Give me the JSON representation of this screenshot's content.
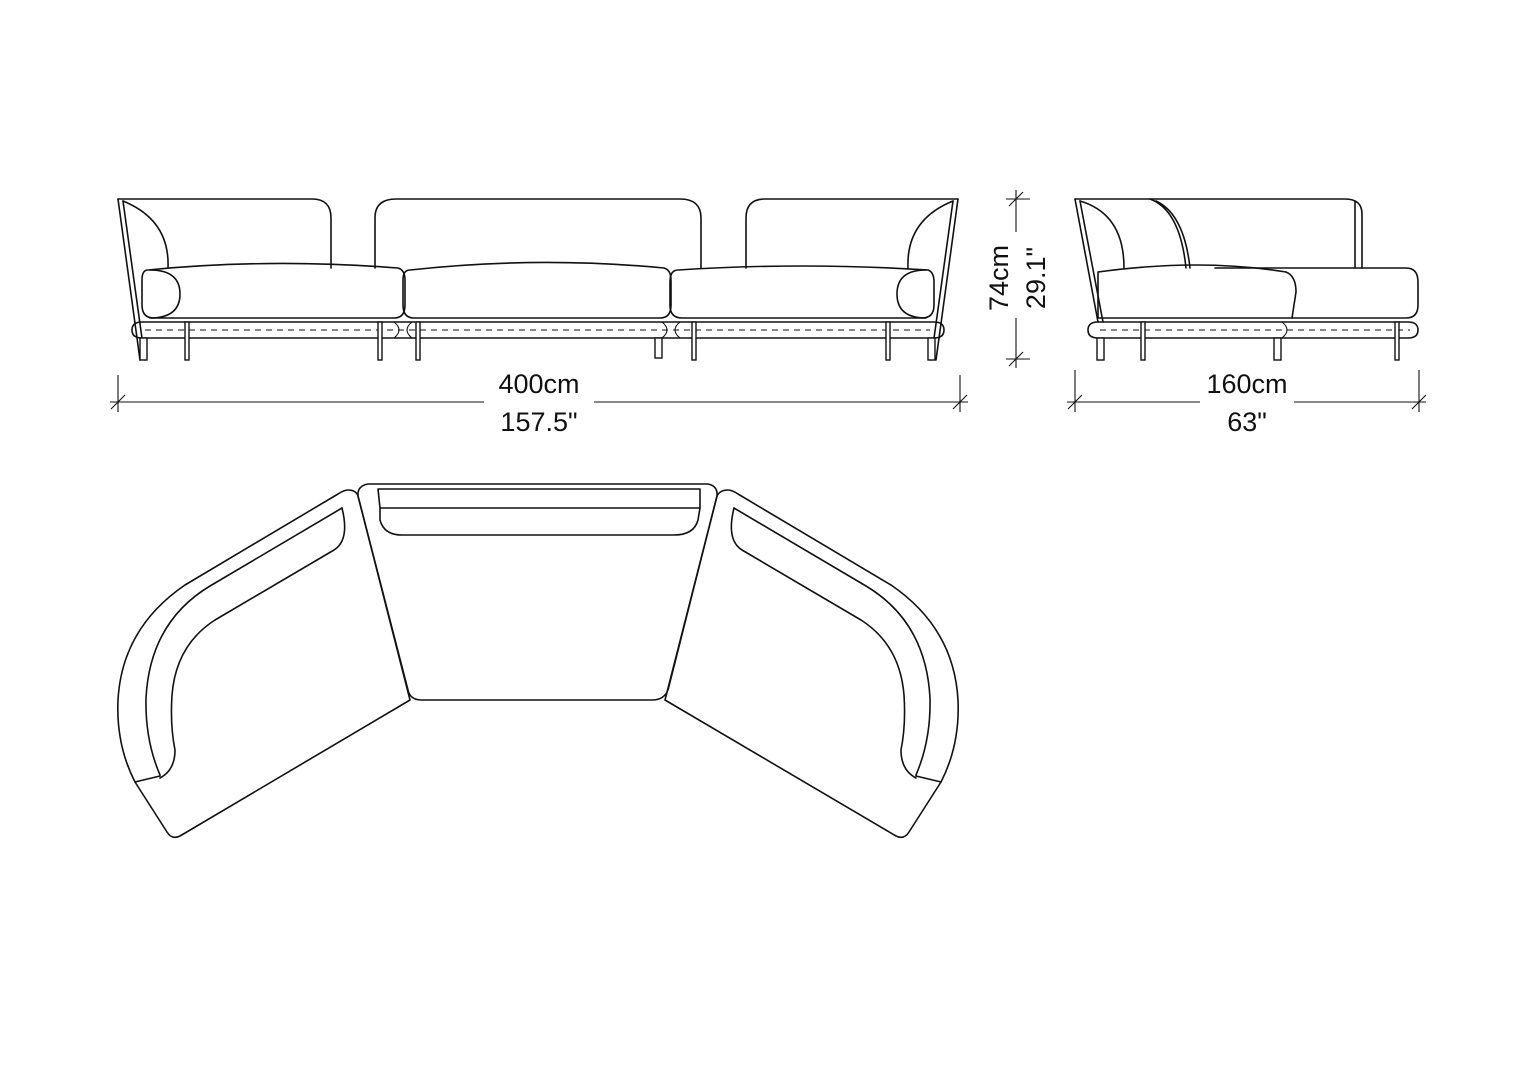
{
  "dimensions": {
    "front_width_cm": "400cm",
    "front_width_in": "157.5\"",
    "height_cm": "74cm",
    "height_in": "29.1\"",
    "side_depth_cm": "160cm",
    "side_depth_in": "63\""
  },
  "colors": {
    "line": "#111111",
    "background": "#ffffff"
  }
}
